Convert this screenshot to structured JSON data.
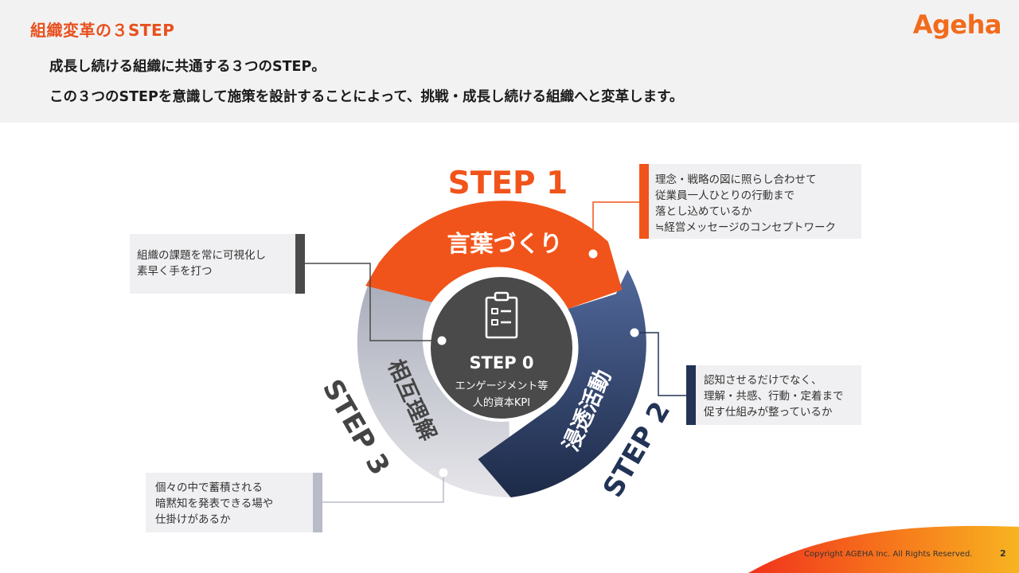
{
  "header": {
    "title": "組織変革の３STEP",
    "logo": "Ageha",
    "lead_1": "成長し続ける組織に共通する３つのSTEP。",
    "lead_2": "この３つのSTEPを意識して施策を設計することによって、挑戦・成長し続ける組織へと変革します。"
  },
  "diagram": {
    "step1": {
      "label": "STEP 1",
      "name": "言葉づくり",
      "color": "#f1541a"
    },
    "step2": {
      "label": "STEP 2",
      "name": "浸透活動",
      "color": "#223356"
    },
    "step3": {
      "label": "STEP 3",
      "name": "相互理解",
      "color": "#b8bcc8"
    },
    "step0": {
      "label": "STEP 0",
      "sub_1": "エンゲージメント等",
      "sub_2": "人的資本KPI",
      "icon": "clipboard-icon",
      "color": "#4a4a4a"
    }
  },
  "callouts": {
    "step1": [
      "理念・戦略の図に照らし合わせて",
      "従業員一人ひとりの行動まで",
      "落とし込めているか",
      "≒経営メッセージのコンセプトワーク"
    ],
    "step0": [
      "組織の課題を常に可視化し",
      "素早く手を打つ"
    ],
    "step2": [
      "認知させるだけでなく、",
      "理解・共感、行動・定着まで",
      "促す仕組みが整っているか"
    ],
    "step3": [
      "個々の中で蓄積される",
      "暗黙知を発表できる場や",
      "仕掛けがあるか"
    ]
  },
  "footer": {
    "copyright": "Copyright AGEHA Inc. All Rights Reserved.",
    "page_number": "2"
  }
}
